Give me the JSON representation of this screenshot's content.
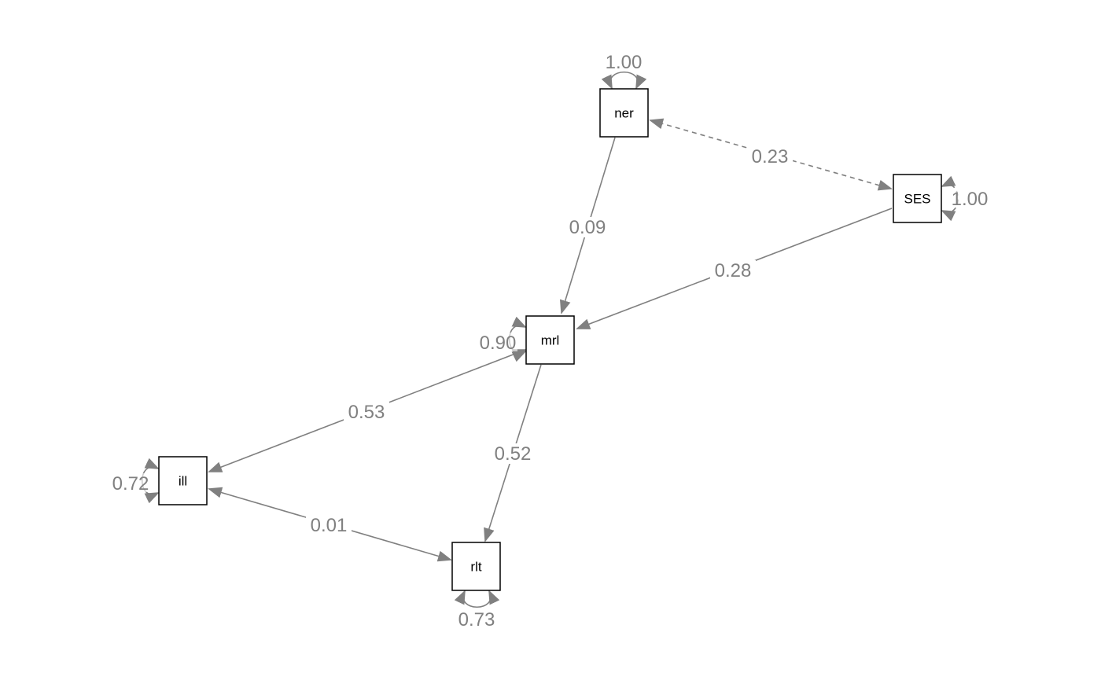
{
  "diagram": {
    "nodes": [
      {
        "id": "ner",
        "label": "ner"
      },
      {
        "id": "SES",
        "label": "SES"
      },
      {
        "id": "mrl",
        "label": "mrl"
      },
      {
        "id": "ill",
        "label": "ill"
      },
      {
        "id": "rlt",
        "label": "rlt"
      }
    ],
    "edges": [
      {
        "id": "ner-mrl",
        "from": "ner",
        "to": "mrl",
        "label": "0.09",
        "style": "solid",
        "type": "regression"
      },
      {
        "id": "SES-mrl",
        "from": "SES",
        "to": "mrl",
        "label": "0.28",
        "style": "solid",
        "type": "regression"
      },
      {
        "id": "ner-SES",
        "from": "ner",
        "to": "SES",
        "label": "0.23",
        "style": "dashed",
        "type": "covariance"
      },
      {
        "id": "mrl-ill",
        "from": "mrl",
        "to": "ill",
        "label": "0.53",
        "style": "solid",
        "type": "covariance"
      },
      {
        "id": "mrl-rlt",
        "from": "mrl",
        "to": "rlt",
        "label": "0.52",
        "style": "solid",
        "type": "regression"
      },
      {
        "id": "ill-rlt",
        "from": "ill",
        "to": "rlt",
        "label": "0.01",
        "style": "solid",
        "type": "covariance"
      }
    ],
    "variances": [
      {
        "node": "ner",
        "label": "1.00",
        "style": "solid"
      },
      {
        "node": "SES",
        "label": "1.00",
        "style": "dashed"
      },
      {
        "node": "mrl",
        "label": "0.90",
        "style": "solid"
      },
      {
        "node": "ill",
        "label": "0.72",
        "style": "solid"
      },
      {
        "node": "rlt",
        "label": "0.73",
        "style": "solid"
      }
    ],
    "colors": {
      "edge": "#808080",
      "node_border": "#000000",
      "background": "#ffffff"
    }
  }
}
